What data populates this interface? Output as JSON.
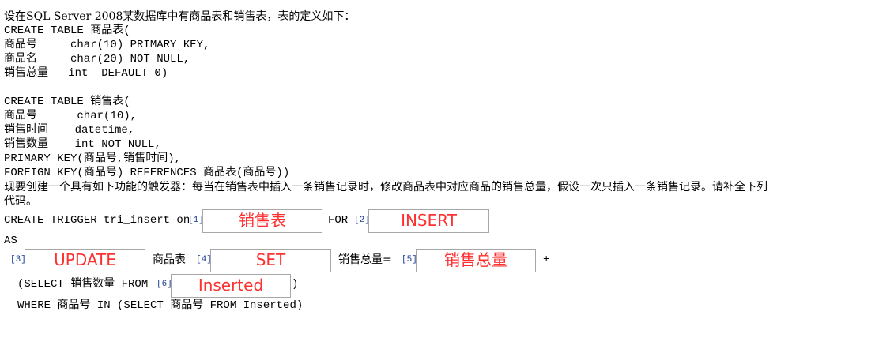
{
  "intro": "设在SQL Server 2008某数据库中有商品表和销售表，表的定义如下：",
  "table1": {
    "header": "CREATE TABLE 商品表(",
    "rows": [
      "商品号     char(10) PRIMARY KEY,",
      "商品名     char(20) NOT NULL,",
      "销售总量   int  DEFAULT 0)"
    ]
  },
  "table2": {
    "header": "CREATE TABLE 销售表(",
    "rows": [
      "商品号      char(10),",
      "销售时间    datetime,",
      "销售数量    int NOT NULL,",
      "PRIMARY KEY(商品号,销售时间),",
      "FOREIGN KEY(商品号) REFERENCES 商品表(商品号))"
    ]
  },
  "question_line1": "现要创建一个具有如下功能的触发器：每当在销售表中插入一条销售记录时，修改商品表中对应商品的销售总量，假设一次只插入一条销售记录。请补全下列",
  "question_line2": "代码。",
  "trigger": {
    "create_prefix": "CREATE TRIGGER tri_insert on",
    "for_keyword": "FOR",
    "as_keyword": "AS",
    "goods_table": "商品表",
    "total_eq": "销售总量=",
    "plus": "+",
    "select_prefix": "(SELECT 销售数量 FROM",
    "close_paren": ")",
    "where_line": "WHERE 商品号 IN (SELECT 商品号 FROM Inserted)"
  },
  "blanks": [
    {
      "num": "[1]",
      "answer": "销售表"
    },
    {
      "num": "[2]",
      "answer": "INSERT"
    },
    {
      "num": "[3]",
      "answer": "UPDATE"
    },
    {
      "num": "[4]",
      "answer": "SET"
    },
    {
      "num": "[5]",
      "answer": "销售总量"
    },
    {
      "num": "[6]",
      "answer": "Inserted"
    }
  ],
  "colors": {
    "answer_text": "#ff3030",
    "blank_number": "#1a3d8f",
    "box_border": "#a7a7a7"
  }
}
